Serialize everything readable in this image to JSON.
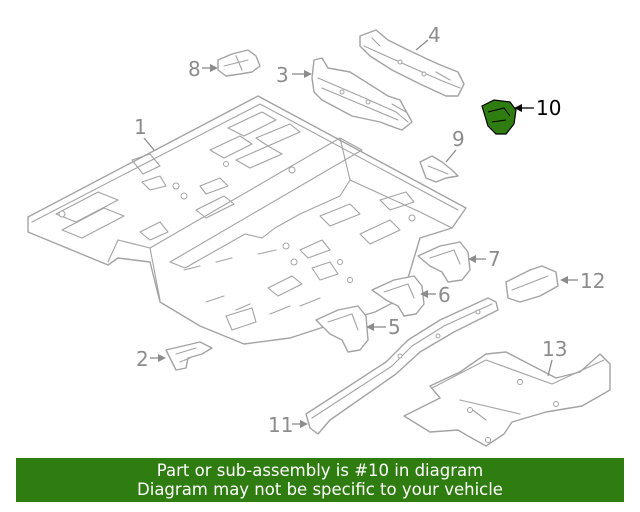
{
  "diagram": {
    "highlight_color": "#2f7d11",
    "highlighted_part": "10",
    "callouts": {
      "c1": "1",
      "c2": "2",
      "c3": "3",
      "c4": "4",
      "c5": "5",
      "c6": "6",
      "c7": "7",
      "c8": "8",
      "c9": "9",
      "c10": "10",
      "c11": "11",
      "c12": "12",
      "c13": "13"
    }
  },
  "banner": {
    "background": "#2f7d11",
    "line1": "Part or sub-assembly is #10 in diagram",
    "line2": "Diagram may not be specific to your vehicle"
  }
}
